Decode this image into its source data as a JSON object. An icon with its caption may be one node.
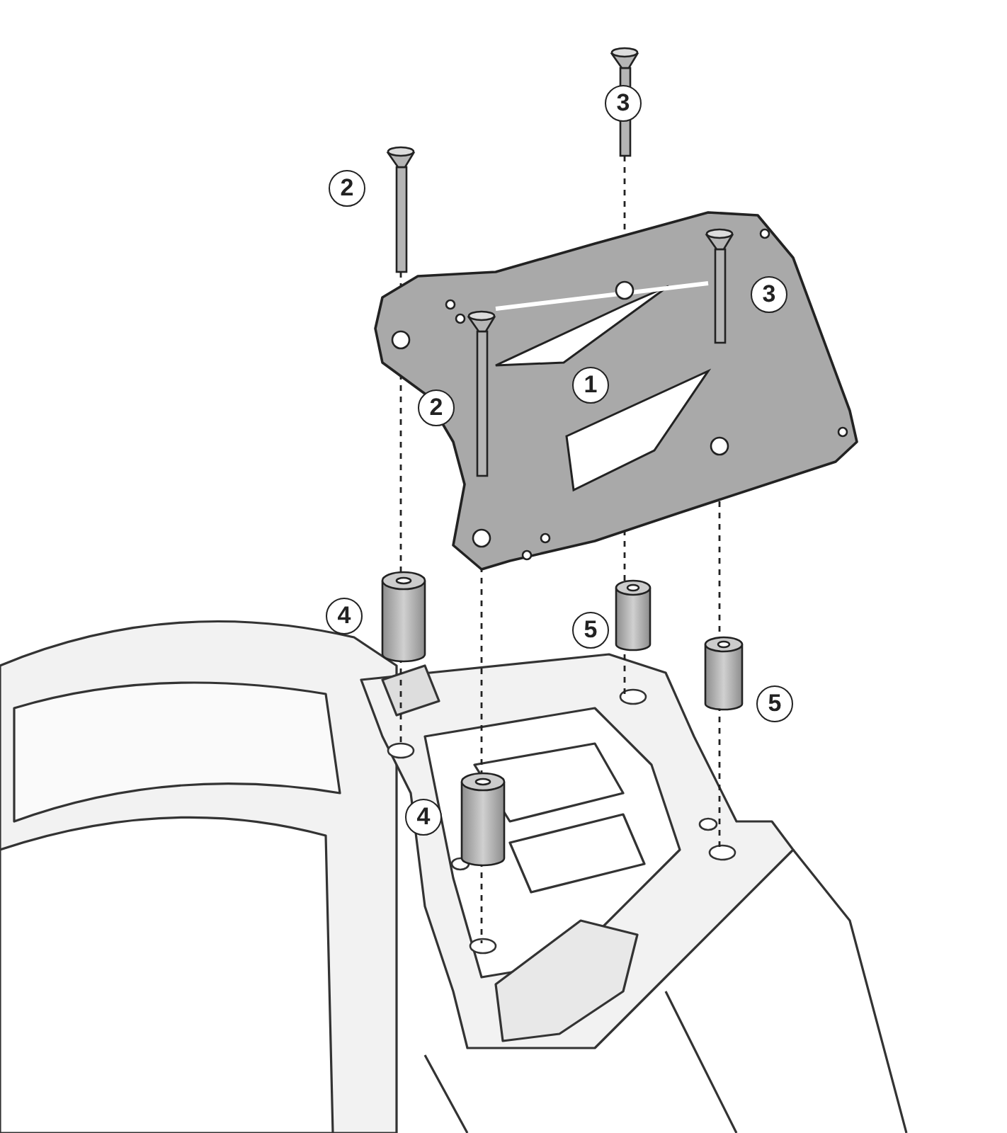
{
  "diagram": {
    "labels": [
      "3",
      "2",
      "3",
      "1",
      "2",
      "4",
      "5",
      "5",
      "4"
    ]
  }
}
